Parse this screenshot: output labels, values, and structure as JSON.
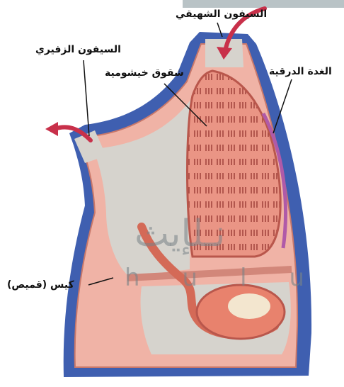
{
  "labels": {
    "excurrent_siphon": "السيفون الزفيري",
    "incurrent_siphon": "السيفون الشهيقي",
    "gill_slits": "شقوق خيشومية",
    "endostyle": "الغدة الدرقية",
    "tunic": "كيس (قميص)"
  },
  "watermark": {
    "brand": "نـلإيث",
    "sub": "hulu"
  },
  "colors": {
    "tunic_blue": "#3f5fb0",
    "body_pink": "#f0b3a6",
    "pharynx": "#e88a78",
    "cavity_grey": "#d6d3cd",
    "arrow_red": "#c8304a",
    "endostyle_purple": "#b05aa8"
  }
}
